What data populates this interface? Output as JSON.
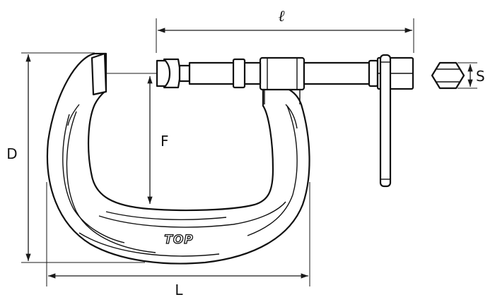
{
  "labels": {
    "length_l": "ℓ",
    "depth": "D",
    "frame_width": "L",
    "opening": "F",
    "hex_size": "S",
    "logo": "TOP"
  },
  "colors": {
    "line": "#111111",
    "background": "#ffffff"
  }
}
